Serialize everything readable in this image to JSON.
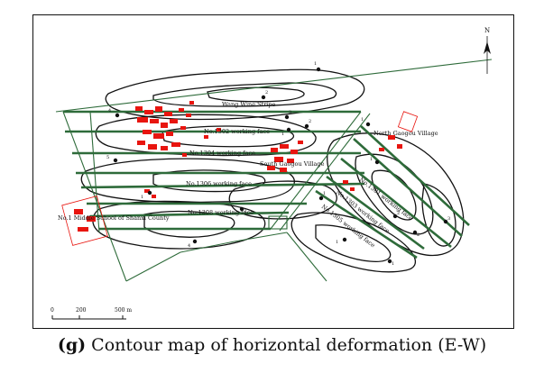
{
  "caption": {
    "letter": "(g)",
    "text": "Contour map of horizontal deformation (E-W)"
  },
  "labels": {
    "north": "N",
    "wang_wine_stripe": "Wang Wine Stripe",
    "face_1302": "No.1302 working face",
    "face_1304": "No.1304 working face",
    "face_1306": "No.1306 working face",
    "face_1308": "No.1308 working face",
    "face_1301": "No.1301 working face",
    "face_1303": "No.1303 working face",
    "face_1305": "No.1305 working face",
    "north_village": "North Gaogou Village",
    "south_village": "South Gaogou Village",
    "school": "No.1 Middle School of Shanxi County"
  },
  "contour_values": [
    "1",
    "2",
    "3",
    "4",
    "5",
    "4",
    "3",
    "2",
    "1",
    "1",
    "2",
    "3",
    "2",
    "1",
    "1",
    "1",
    "1",
    "1"
  ],
  "scale_bar": {
    "t0": "0",
    "t1": "200",
    "t2": "500 m"
  },
  "colors": {
    "workings": "#2e6b3a",
    "buildings": "#e8150f",
    "contours": "#111111"
  }
}
